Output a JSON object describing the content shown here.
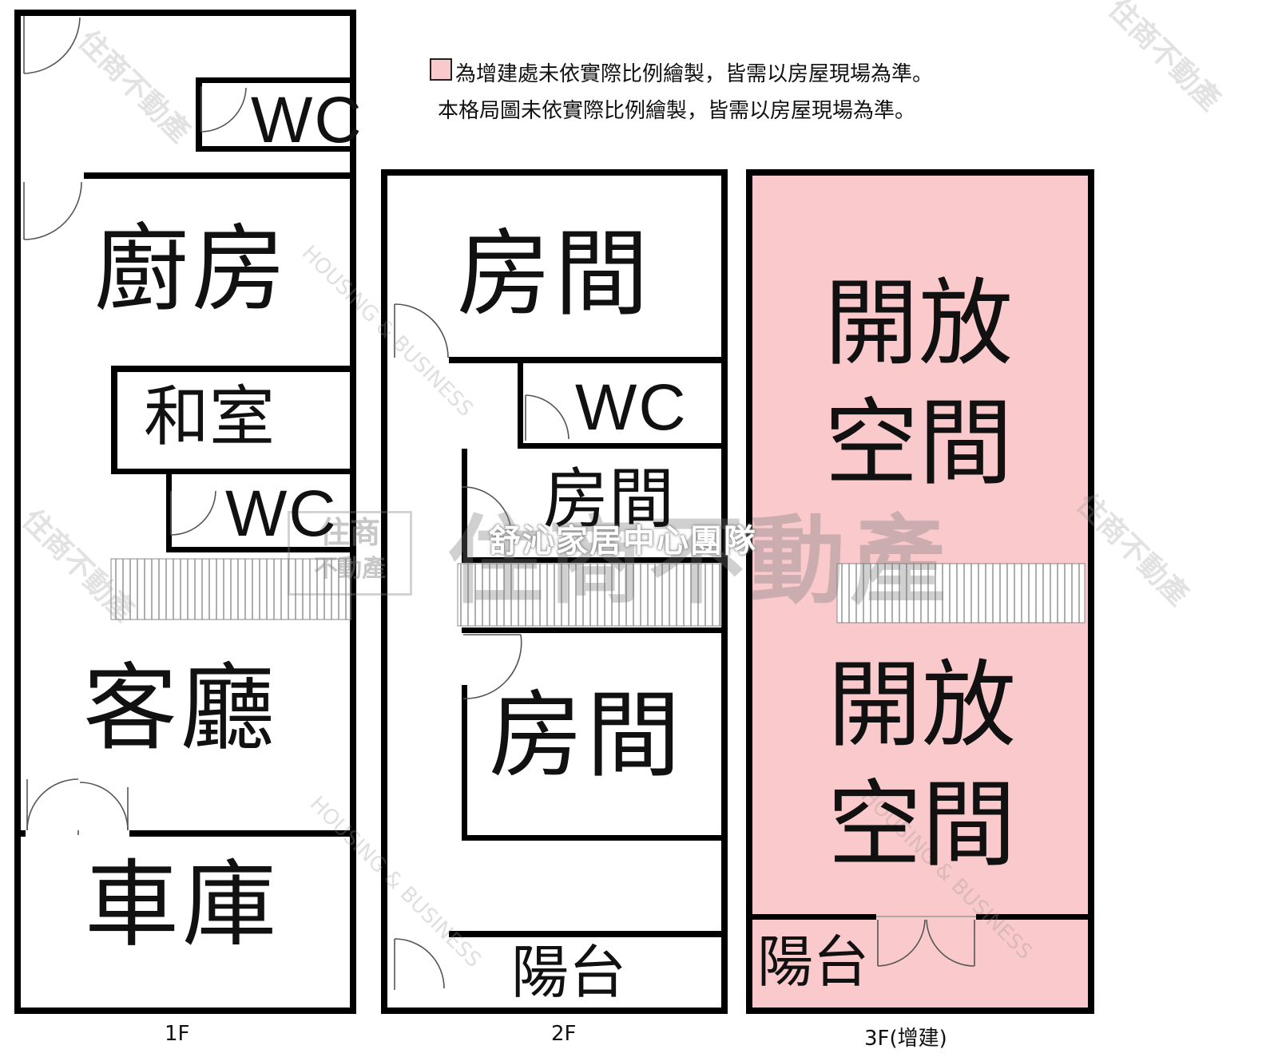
{
  "notes": {
    "legend": "為增建處未依實際比例繪製，皆需以房屋現場為準。",
    "scale": "本格局圖未依實際比例繪製，皆需以房屋現場為準。"
  },
  "colors": {
    "extension": "#f9c9cc",
    "wall": "#000000"
  },
  "floors": {
    "f1": {
      "label": "1F",
      "rooms": {
        "wc_top": "WC",
        "kitchen": "廚房",
        "tatami": "和室",
        "wc_mid": "WC",
        "living": "客廳",
        "garage": "車庫"
      }
    },
    "f2": {
      "label": "2F",
      "rooms": {
        "room_top": "房間",
        "wc": "WC",
        "room_mid": "房間",
        "room_bottom": "房間",
        "balcony": "陽台"
      }
    },
    "f3": {
      "label": "3F(增建)",
      "rooms": {
        "open_top": "開放空間",
        "open_bottom": "開放空間",
        "balcony": "陽台"
      }
    }
  },
  "watermark": {
    "brand": "住商不動產",
    "team": "舒沁家居中心團隊",
    "english": "HOUSING & BUSINESS",
    "logo_top": "住商",
    "logo_bottom": "不動產"
  }
}
